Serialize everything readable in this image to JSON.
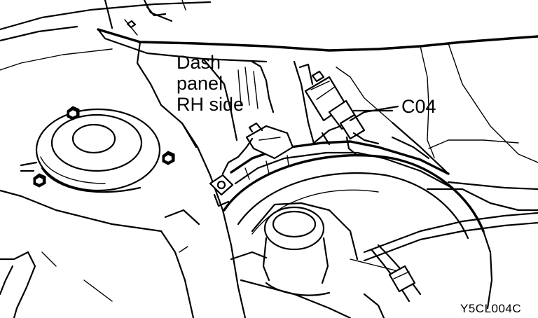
{
  "callouts": {
    "dash_panel": "Dash\npanel\nRH side",
    "connector": "C04"
  },
  "figure_code": "Y5CL004C",
  "colors": {
    "line": "#000000",
    "background": "#ffffff"
  }
}
